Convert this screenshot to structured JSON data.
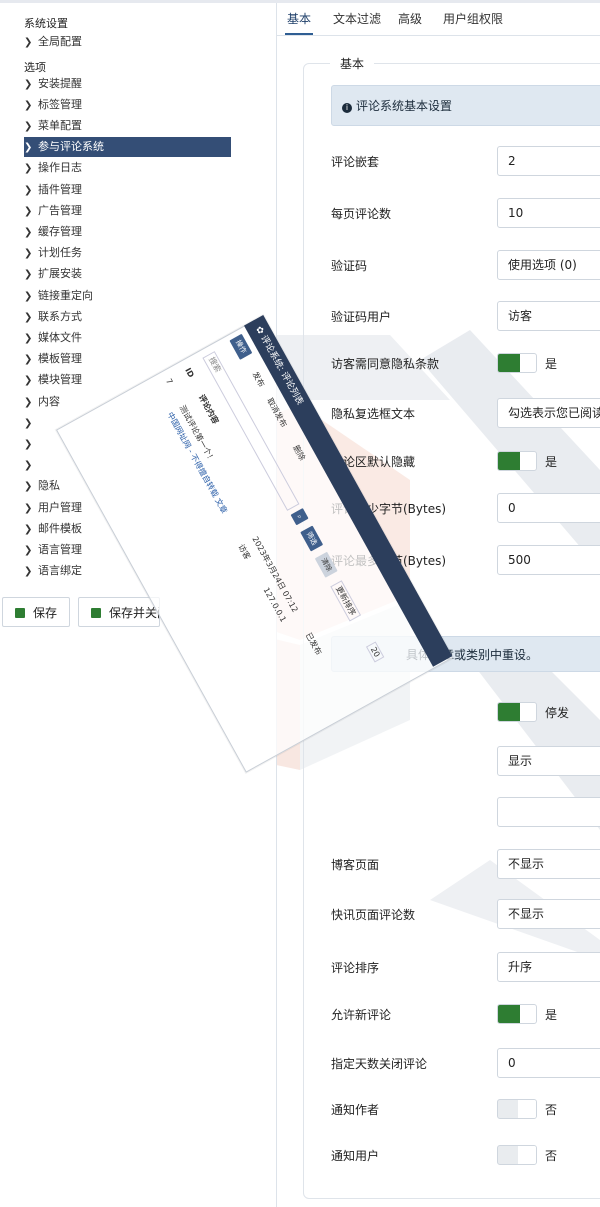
{
  "sidebar": {
    "section1": "系统设置",
    "section1_items": [
      "全局配置"
    ],
    "section2": "选项",
    "items": [
      "安装提醒",
      "标签管理",
      "菜单配置",
      "参与评论系统",
      "操作日志",
      "插件管理",
      "广告管理",
      "缓存管理",
      "计划任务",
      "扩展安装",
      "链接重定向",
      "联系方式",
      "媒体文件",
      "模板管理",
      "模块管理",
      "内容",
      "",
      "",
      "",
      "隐私",
      "用户管理",
      "邮件模板",
      "语言管理",
      "语言绑定"
    ],
    "active_index": 3,
    "save_label": "保存",
    "save_close_label": "保存并关闭"
  },
  "tabs": [
    "基本",
    "文本过滤",
    "高级",
    "用户组权限"
  ],
  "form": {
    "legend": "基本",
    "info": "评论系统基本设置",
    "info2": "具体文章或类别中重设。",
    "fields": [
      {
        "label": "评论嵌套",
        "type": "input",
        "value": "2"
      },
      {
        "label": "每页评论数",
        "type": "input",
        "value": "10"
      },
      {
        "label": "验证码",
        "type": "select",
        "value": "使用选项 (0)"
      },
      {
        "label": "验证码用户",
        "type": "select",
        "value": "访客"
      },
      {
        "label": "访客需同意隐私条款",
        "type": "toggle",
        "on": true,
        "state_label": "是"
      },
      {
        "label": "隐私复选框文本",
        "type": "input",
        "value": "勾选表示您已阅读并同意"
      },
      {
        "label": "评论区默认隐藏",
        "type": "toggle",
        "on": true,
        "state_label": "是"
      },
      {
        "label": "评论最少字节(Bytes)",
        "type": "input",
        "value": "0"
      },
      {
        "label": "评论最多字节(Bytes)",
        "type": "input",
        "value": "500"
      },
      {
        "label": "",
        "type": "toggle",
        "on": true,
        "state_label": "停发"
      },
      {
        "label": "",
        "type": "select",
        "value": "显示"
      },
      {
        "label": "",
        "type": "select",
        "value": ""
      },
      {
        "label": "博客页面",
        "type": "select",
        "value": "不显示"
      },
      {
        "label": "快讯页面评论数",
        "type": "select",
        "value": "不显示"
      },
      {
        "label": "评论排序",
        "type": "select",
        "value": "升序"
      },
      {
        "label": "允许新评论",
        "type": "toggle",
        "on": true,
        "state_label": "是"
      },
      {
        "label": "指定天数关闭评论",
        "type": "input",
        "value": "0"
      },
      {
        "label": "通知作者",
        "type": "toggle",
        "on": false,
        "state_label": "否"
      },
      {
        "label": "通知用户",
        "type": "toggle",
        "on": false,
        "state_label": "否"
      }
    ]
  },
  "overlay": {
    "title": "评论系统: 评论列表",
    "toolbar": [
      "操作",
      "发布",
      "取消发布",
      "删除"
    ],
    "search_placeholder": "搜索",
    "filter_label": "筛选",
    "clear_label": "清除",
    "sort_label": "更新排序",
    "page_size": "20",
    "col_id": "ID",
    "col_content": "评论内容",
    "row_id": "7",
    "row_text": "测试评论第一个！",
    "row_article": "中国网址网 - 不得擅自转载 文章",
    "row_date": "2023年3月24日 07:12",
    "row_status": "已发布",
    "row_user": "访客",
    "row_ip": "127.0.0.1"
  },
  "colors": {
    "accent": "#344e76",
    "toggle_on": "#2e7d32",
    "info_bg": "#dfe8f1"
  }
}
